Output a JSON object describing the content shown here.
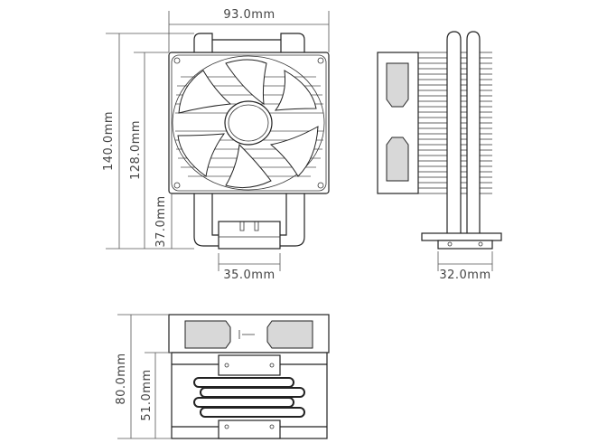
{
  "dimensions": {
    "front_width": "93.0mm",
    "total_height": "140.0mm",
    "fan_height": "128.0mm",
    "base_clearance": "37.0mm",
    "base_width": "35.0mm",
    "side_base_width": "32.0mm",
    "top_depth": "80.0mm",
    "heatsink_depth": "51.0mm"
  }
}
